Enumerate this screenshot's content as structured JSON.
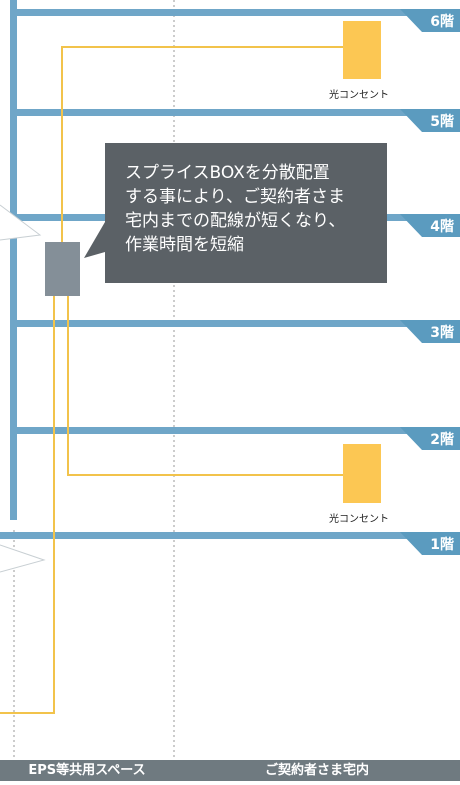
{
  "floors": [
    {
      "label": "6階"
    },
    {
      "label": "5階"
    },
    {
      "label": "4階"
    },
    {
      "label": "3階"
    },
    {
      "label": "2階"
    },
    {
      "label": "1階"
    }
  ],
  "outlets": [
    {
      "label": "光コンセント"
    },
    {
      "label": "光コンセント"
    }
  ],
  "callout": {
    "lines": [
      "スプライスBOXを分散配置",
      "する事により、ご契約者さま",
      "宅内までの配線が短くなり、",
      "作業時間を短縮"
    ]
  },
  "footer": {
    "left": "EPS等共用スペース",
    "right": "ご契約者さま宅内"
  },
  "colors": {
    "floor_line": "#6fa6c8",
    "floor_tab": "#5b9bbf",
    "fiber": "#f2c34b",
    "outlet": "#fcc753",
    "splice_box": "#848f98",
    "callout_bg": "#5b6166",
    "footer_bg": "#6f7a80"
  }
}
